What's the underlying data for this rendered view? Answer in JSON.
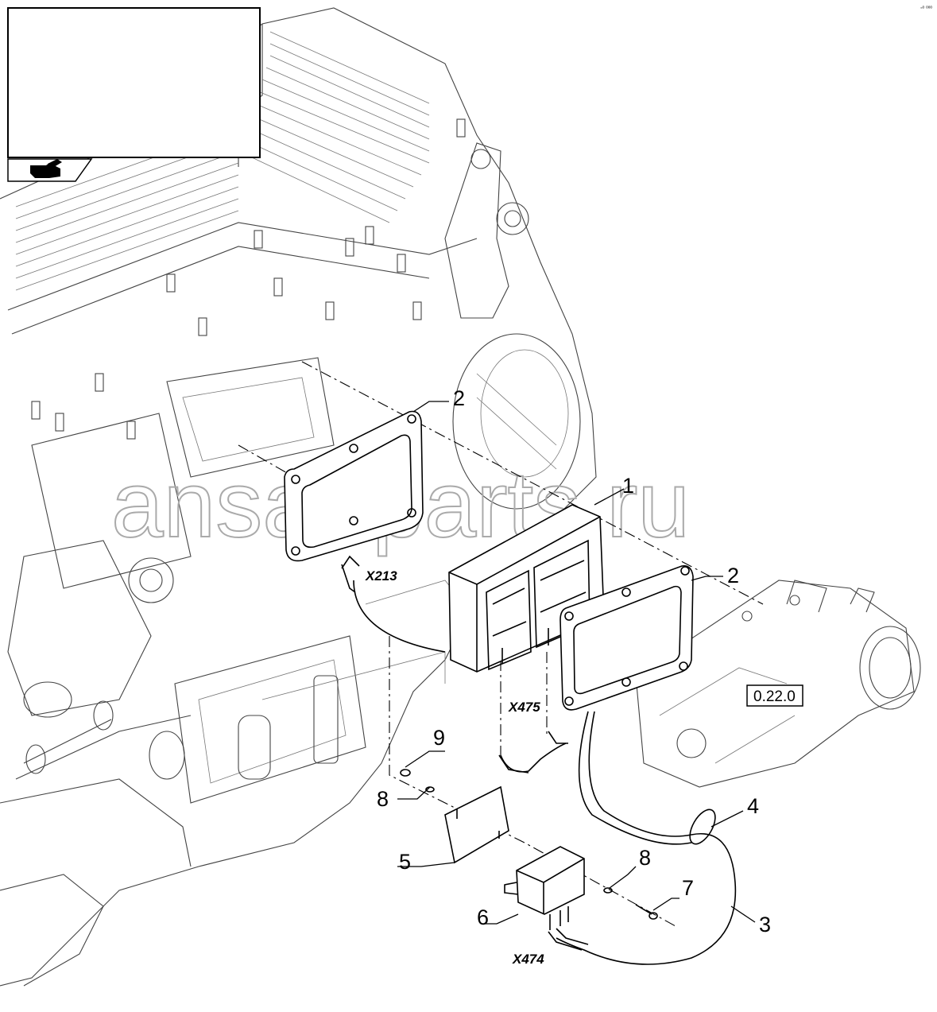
{
  "corner_tag": "◦ᵒ ᵒᵒᵒ",
  "watermark": "ansat-parts.ru",
  "reference_box": "0.22.0",
  "callouts": {
    "c1": "1",
    "c2a": "2",
    "c2b": "2",
    "c3": "3",
    "c4": "4",
    "c5": "5",
    "c6": "6",
    "c7": "7",
    "c8a": "8",
    "c8b": "8",
    "c9": "9"
  },
  "connectors": {
    "x213": "X213",
    "x475": "X475",
    "x474": "X474"
  },
  "icons": {
    "title_block": "blank-title-block",
    "tab": "hand-pointer-icon"
  }
}
